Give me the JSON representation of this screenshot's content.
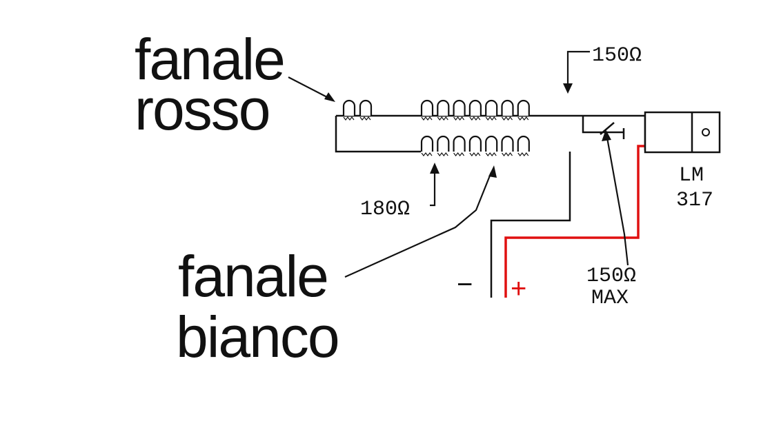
{
  "labels": {
    "red_light_line1": "fanale",
    "red_light_line2": "rosso",
    "white_light_line1": "fanale",
    "white_light_line2": "bianco",
    "top_resistor": "150Ω",
    "bottom_resistor": "180Ω",
    "trimmer_line1": "150Ω",
    "trimmer_line2": "MAX",
    "regulator_line1": "LM",
    "regulator_line2": "317",
    "negative": "−",
    "positive": "+"
  },
  "colors": {
    "wire": "#111111",
    "positive_wire": "#e01010"
  },
  "counts": {
    "red_leds_group1": 2,
    "red_leds_group2": 7,
    "white_leds": 7
  }
}
